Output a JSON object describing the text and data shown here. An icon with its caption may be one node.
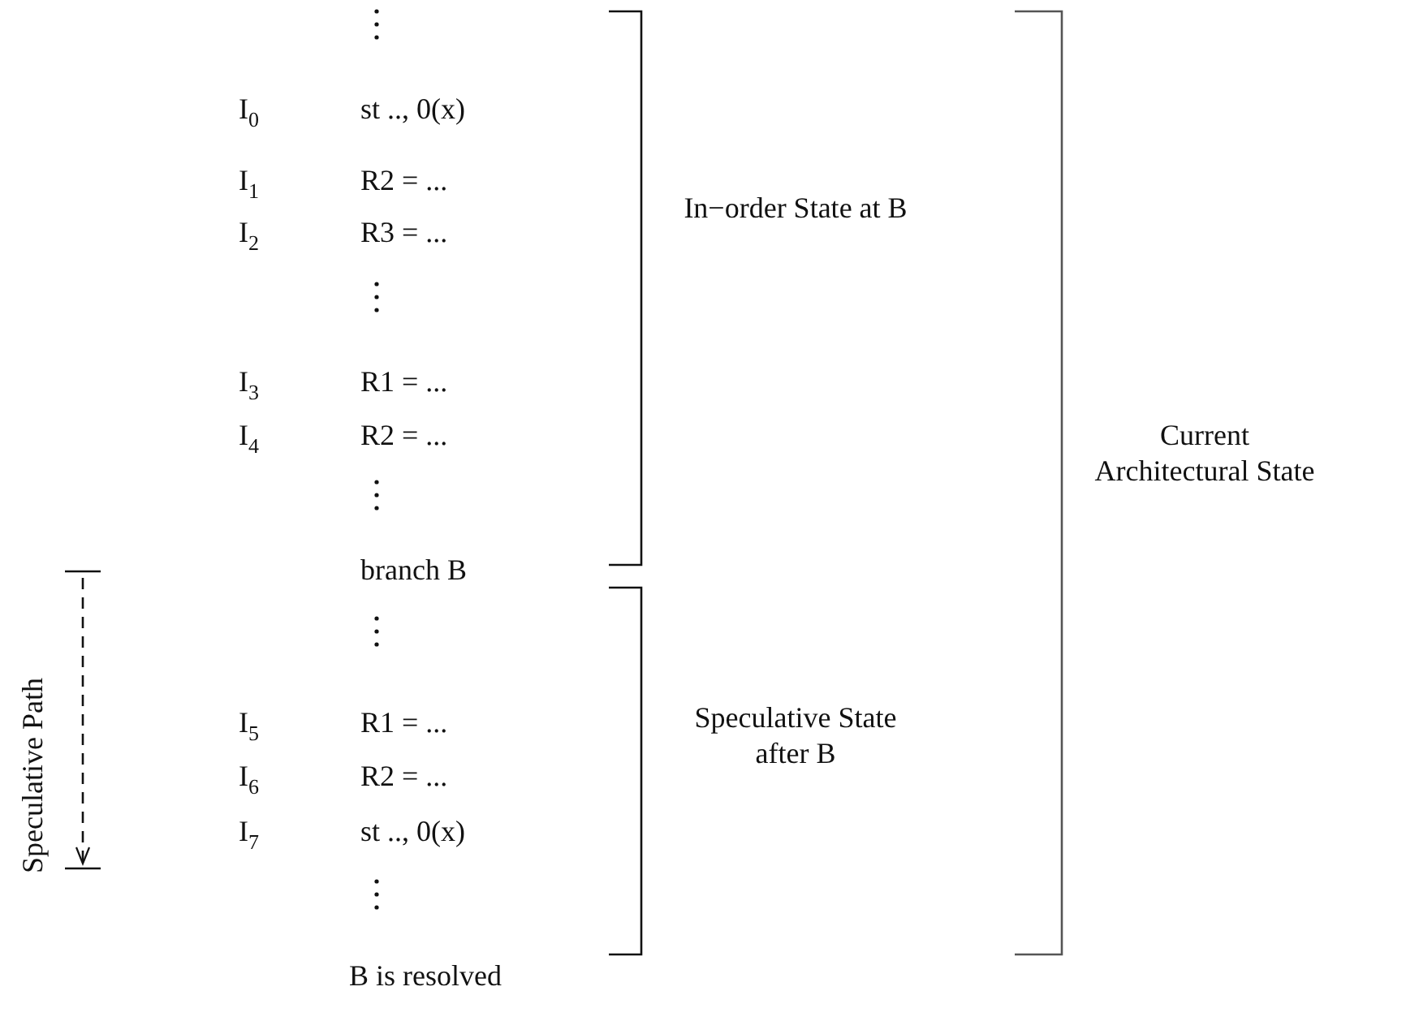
{
  "diagram": {
    "labels": [
      "I$_{0}$",
      "st .., 0(x)",
      "I$_{1}$",
      "R2 = ...",
      "In−order State at B",
      "I$_{2}$",
      "R3 = ...",
      "I$_{3}$",
      "R1 = ...",
      "Current Architectural State",
      "I$_{4}$",
      "R2 = ...",
      "Speculative Path",
      "branch B",
      "I$_{5}$",
      "R1 = ...",
      "Speculative State after B",
      "I$_{6}$",
      "R2 = ...",
      "I$_{7}$",
      "st .., 0(x)",
      "B is resolved"
    ]
  }
}
